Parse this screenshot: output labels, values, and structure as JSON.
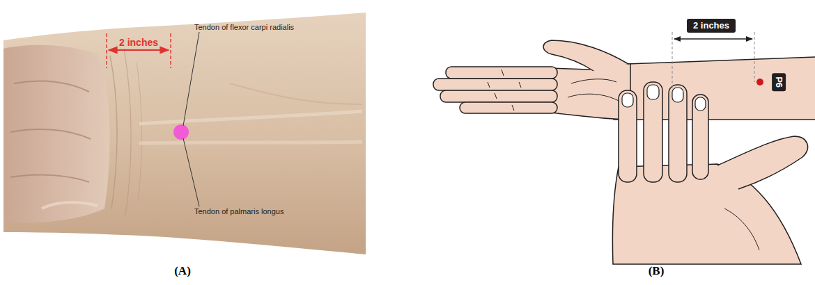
{
  "diagram": {
    "nodes": [
      {
        "text": [
          "2 inches"
        ]
      },
      {
        "text": [
          "P6"
        ]
      }
    ],
    "labels": [
      "2 inches",
      "Tendon of flexor carpi radialis",
      "Tendon of palmaris longus",
      "(A)",
      "(B)"
    ]
  }
}
